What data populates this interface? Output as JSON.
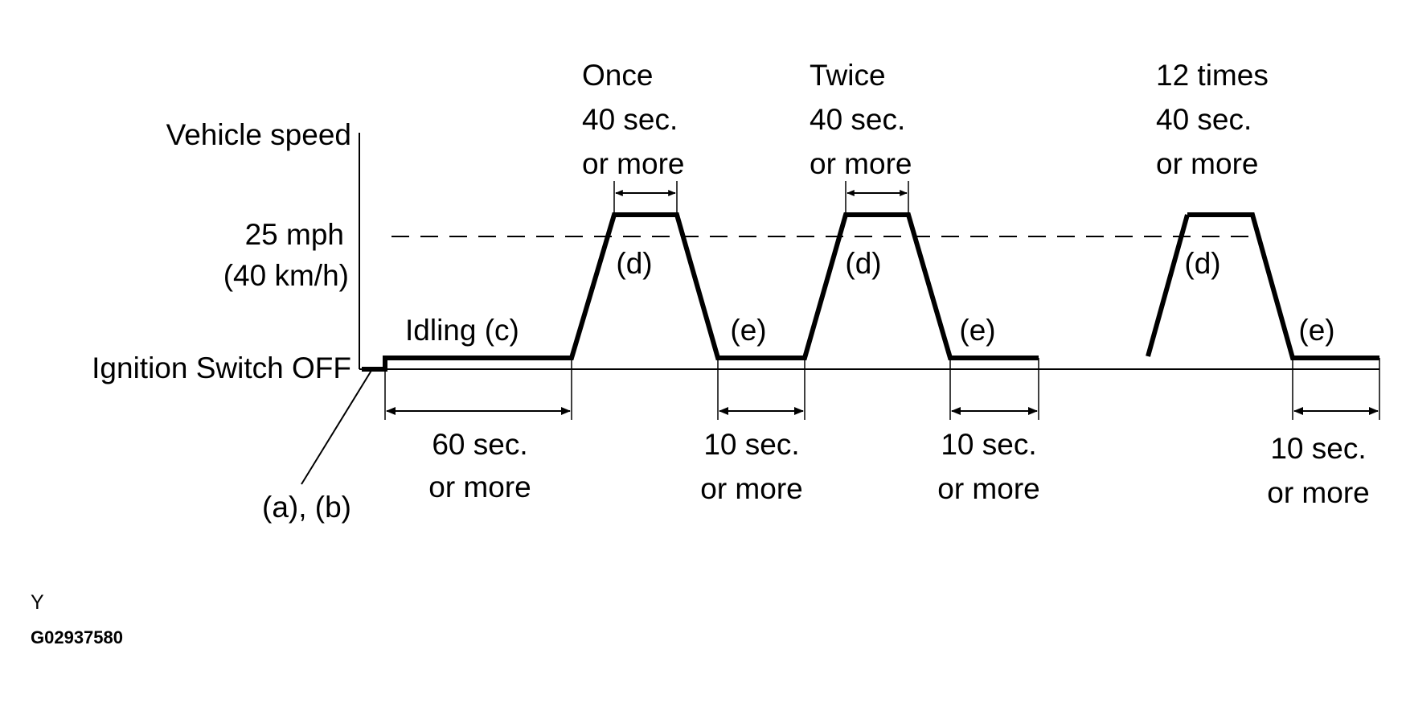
{
  "diagram": {
    "y_axis_label": "Vehicle speed",
    "speed_line": {
      "label_mph": "25 mph",
      "label_kmh": "(40 km/h)"
    },
    "baseline_label": "Ignition Switch OFF",
    "start_label": "(a), (b)",
    "segments": {
      "idling_label": "Idling (c)",
      "idling_duration": [
        "60 sec.",
        "or more"
      ],
      "drive_label": "(d)",
      "stop_label": "(e)",
      "stop_duration": [
        "10 sec.",
        "or more"
      ]
    },
    "cycles": [
      {
        "count_label": "Once",
        "duration": [
          "40 sec.",
          "or more"
        ]
      },
      {
        "count_label": "Twice",
        "duration": [
          "40 sec.",
          "or more"
        ]
      },
      {
        "count_label": "12 times",
        "duration": [
          "40 sec.",
          "or more"
        ]
      }
    ]
  },
  "footer": {
    "letter": "Y",
    "figure_id": "G02937580"
  }
}
